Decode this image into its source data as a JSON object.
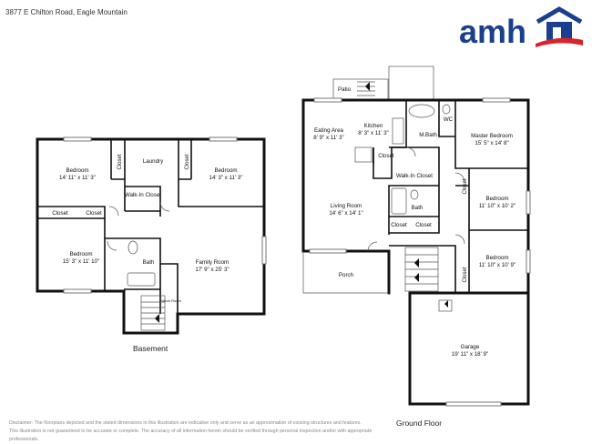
{
  "address": "3877 E Chilton Road, Eagle Mountain",
  "logo": {
    "text": "amh",
    "brand_color": "#1b3f8f",
    "accent_color": "#d7232a"
  },
  "floors": {
    "basement": {
      "title": "Basement",
      "rooms": {
        "bedroom1": {
          "name": "Bedroom",
          "dims": "14' 11\" x 11' 3\""
        },
        "closet1": {
          "name": "Closet"
        },
        "laundry": {
          "name": "Laundry"
        },
        "closet2": {
          "name": "Closet"
        },
        "bedroom2": {
          "name": "Bedroom",
          "dims": "14' 3\" x 11' 3\""
        },
        "walkin": {
          "name": "Walk-In Closet"
        },
        "closet3": {
          "name": "Closet"
        },
        "closet4": {
          "name": "Closet"
        },
        "bedroom3": {
          "name": "Bedroom",
          "dims": "15' 3\" x 11' 10\""
        },
        "bath": {
          "name": "Bath"
        },
        "family": {
          "name": "Family Room",
          "dims": "17' 9\" x 25' 3\""
        },
        "mech": {
          "name": "Mech Room"
        }
      }
    },
    "ground": {
      "title": "Ground Floor",
      "rooms": {
        "patio": {
          "name": "Patio"
        },
        "eating": {
          "name": "Eating Area",
          "dims": "8' 9\" x 11' 3\""
        },
        "kitchen": {
          "name": "Kitchen",
          "dims": "8' 3\" x 11' 3\""
        },
        "mbath": {
          "name": "M.Bath"
        },
        "wc": {
          "name": "WC"
        },
        "master": {
          "name": "Master Bedroom",
          "dims": "15' 5\" x 14' 8\""
        },
        "closet_k": {
          "name": "Closet"
        },
        "walkin": {
          "name": "Walk-In Closet"
        },
        "closet_b1": {
          "name": "Closet"
        },
        "bedroom1": {
          "name": "Bedroom",
          "dims": "11' 10\" x 10' 2\""
        },
        "living": {
          "name": "Living Room",
          "dims": "14' 6\" x 14' 1\""
        },
        "bath": {
          "name": "Bath"
        },
        "closet_l": {
          "name": "Closet"
        },
        "closet_r": {
          "name": "Closet"
        },
        "closet_b2": {
          "name": "Closet"
        },
        "bedroom2": {
          "name": "Bedroom",
          "dims": "11' 10\" x 10' 9\""
        },
        "porch": {
          "name": "Porch"
        },
        "garage": {
          "name": "Garage",
          "dims": "19' 11\" x 18' 9\""
        }
      }
    }
  },
  "disclaimer": [
    "Disclaimer: The floorplans depicted and the stated dimensions in this illustration are indicative only and serve as an approximation of existing structures and features.",
    "This illustration is not guaranteed to be accurate or complete. The accuracy of all information herein should be verified through personal inspection and/or with appropriate professionals."
  ]
}
